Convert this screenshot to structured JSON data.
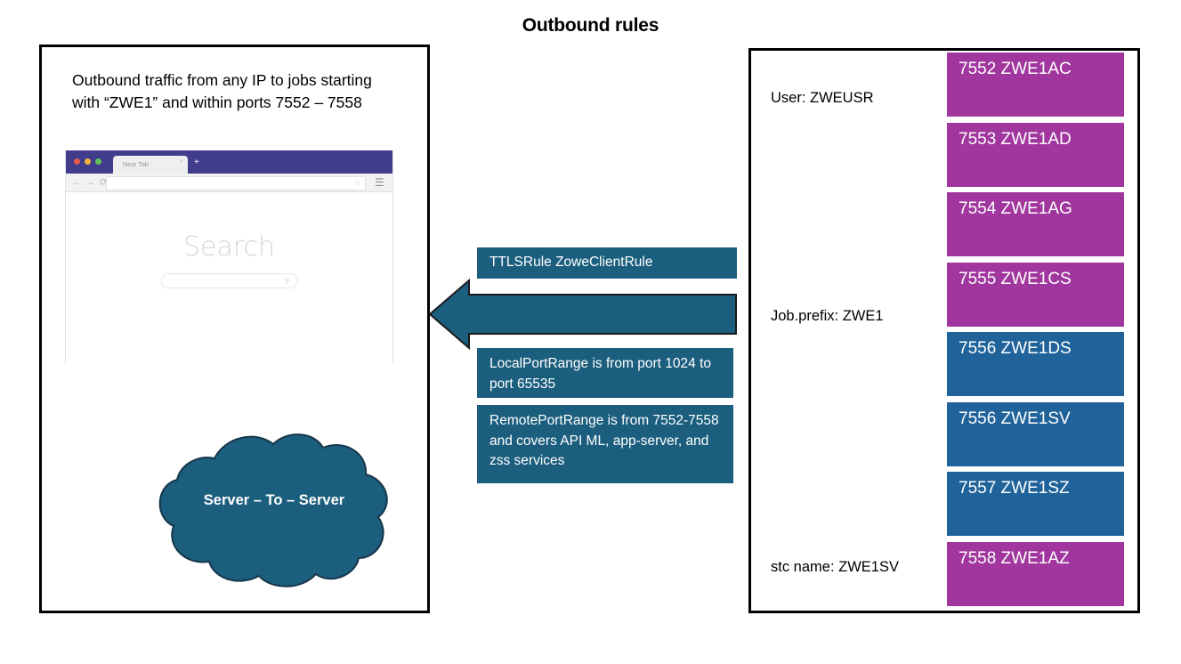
{
  "title": "Outbound rules",
  "left_panel": {
    "description": "Outbound traffic from any IP to jobs starting with “ZWE1” and within ports 7552 – 7558",
    "browser": {
      "tab_label": "New Tab",
      "tab_close": "×",
      "new_tab_plus": "+",
      "nav_icons": "← → ⟳",
      "url_value": "",
      "star_icon": "☆",
      "menu_icon": "☰",
      "search_heading": "Search",
      "search_placeholder": "",
      "search_glass": "⚲"
    },
    "cloud_label": "Server – To – Server"
  },
  "callouts": [
    {
      "id": "ttlsrule",
      "text": "TTLSRule ZoweClientRule"
    },
    {
      "id": "localport",
      "text": "LocalPortRange is from port 1024 to port 65535"
    },
    {
      "id": "remoteport",
      "text": "RemotePortRange is from 7552-7558 and covers API ML, app-server, and zss services"
    }
  ],
  "right_panel": {
    "labels": {
      "user": "User: ZWEUSR",
      "job_prefix": "Job.prefix: ZWE1",
      "stc_name": "stc name: ZWE1SV"
    },
    "rows": [
      {
        "port": "7552",
        "job": "ZWE1AC",
        "text": "7552 ZWE1AC",
        "color": "purple"
      },
      {
        "port": "7553",
        "job": "ZWE1AD",
        "text": "7553 ZWE1AD",
        "color": "purple"
      },
      {
        "port": "7554",
        "job": "ZWE1AG",
        "text": "7554 ZWE1AG",
        "color": "purple"
      },
      {
        "port": "7555",
        "job": "ZWE1CS",
        "text": "7555 ZWE1CS",
        "color": "purple"
      },
      {
        "port": "7556",
        "job": "ZWE1DS",
        "text": "7556 ZWE1DS",
        "color": "blue"
      },
      {
        "port": "7556",
        "job": "ZWE1SV",
        "text": "7556 ZWE1SV",
        "color": "blue"
      },
      {
        "port": "7557",
        "job": "ZWE1SZ",
        "text": "7557 ZWE1SZ",
        "color": "blue"
      },
      {
        "port": "7558",
        "job": "ZWE1AZ",
        "text": "7558 ZWE1AZ",
        "color": "purple"
      }
    ]
  },
  "colors": {
    "teal": "#1b5e7e",
    "purple": "#a0369e",
    "blue": "#20639b",
    "browser_chrome": "#413c8c",
    "outline": "#000000"
  }
}
